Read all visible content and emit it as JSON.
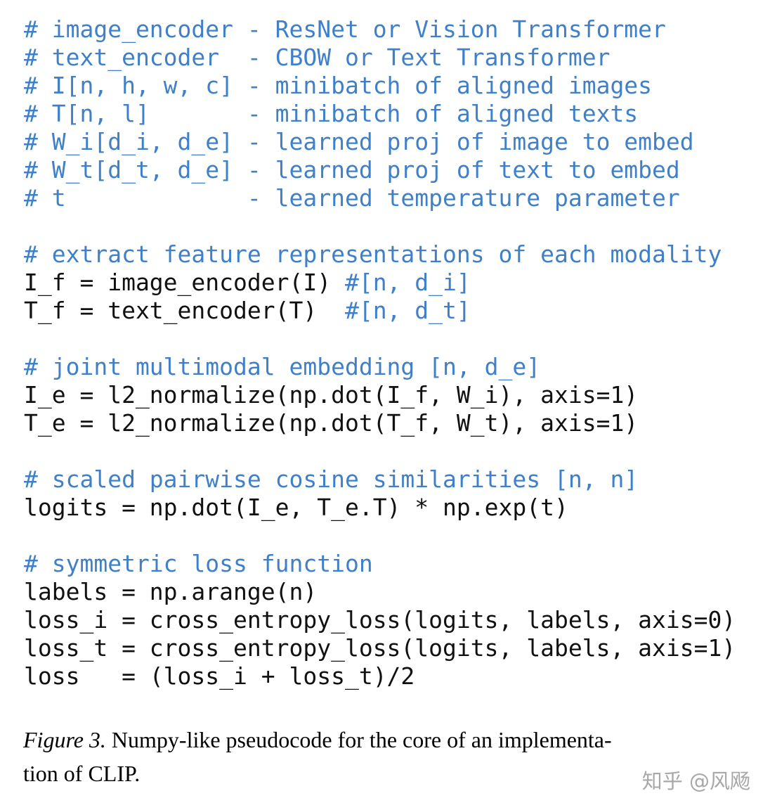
{
  "colors": {
    "comment": "#4080c8",
    "code": "#111111",
    "caption": "#000000",
    "watermark": "#a8a8a8",
    "background": "#ffffff"
  },
  "code": {
    "lines": [
      {
        "segments": [
          {
            "type": "comment",
            "text": "# image_encoder - ResNet or Vision Transformer"
          }
        ]
      },
      {
        "segments": [
          {
            "type": "comment",
            "text": "# text_encoder  - CBOW or Text Transformer"
          }
        ]
      },
      {
        "segments": [
          {
            "type": "comment",
            "text": "# I[n, h, w, c] - minibatch of aligned images"
          }
        ]
      },
      {
        "segments": [
          {
            "type": "comment",
            "text": "# T[n, l]       - minibatch of aligned texts"
          }
        ]
      },
      {
        "segments": [
          {
            "type": "comment",
            "text": "# W_i[d_i, d_e] - learned proj of image to embed"
          }
        ]
      },
      {
        "segments": [
          {
            "type": "comment",
            "text": "# W_t[d_t, d_e] - learned proj of text to embed"
          }
        ]
      },
      {
        "segments": [
          {
            "type": "comment",
            "text": "# t             - learned temperature parameter"
          }
        ]
      },
      {
        "segments": []
      },
      {
        "segments": [
          {
            "type": "comment",
            "text": "# extract feature representations of each modality"
          }
        ]
      },
      {
        "segments": [
          {
            "type": "code",
            "text": "I_f = image_encoder(I) "
          },
          {
            "type": "comment",
            "text": "#[n, d_i]"
          }
        ]
      },
      {
        "segments": [
          {
            "type": "code",
            "text": "T_f = text_encoder(T)  "
          },
          {
            "type": "comment",
            "text": "#[n, d_t]"
          }
        ]
      },
      {
        "segments": []
      },
      {
        "segments": [
          {
            "type": "comment",
            "text": "# joint multimodal embedding [n, d_e]"
          }
        ]
      },
      {
        "segments": [
          {
            "type": "code",
            "text": "I_e = l2_normalize(np.dot(I_f, W_i), axis=1)"
          }
        ]
      },
      {
        "segments": [
          {
            "type": "code",
            "text": "T_e = l2_normalize(np.dot(T_f, W_t), axis=1)"
          }
        ]
      },
      {
        "segments": []
      },
      {
        "segments": [
          {
            "type": "comment",
            "text": "# scaled pairwise cosine similarities [n, n]"
          }
        ]
      },
      {
        "segments": [
          {
            "type": "code",
            "text": "logits = np.dot(I_e, T_e.T) * np.exp(t)"
          }
        ]
      },
      {
        "segments": []
      },
      {
        "segments": [
          {
            "type": "comment",
            "text": "# symmetric loss function"
          }
        ]
      },
      {
        "segments": [
          {
            "type": "code",
            "text": "labels = np.arange(n)"
          }
        ]
      },
      {
        "segments": [
          {
            "type": "code",
            "text": "loss_i = cross_entropy_loss(logits, labels, axis=0)"
          }
        ]
      },
      {
        "segments": [
          {
            "type": "code",
            "text": "loss_t = cross_entropy_loss(logits, labels, axis=1)"
          }
        ]
      },
      {
        "segments": [
          {
            "type": "code",
            "text": "loss   = (loss_i + loss_t)/2"
          }
        ]
      }
    ]
  },
  "caption": {
    "label": "Figure 3.",
    "line1": " Numpy-like pseudocode for the core of an implementa-",
    "line2": "tion of CLIP."
  },
  "watermark": {
    "text": "知乎 @风飏"
  }
}
